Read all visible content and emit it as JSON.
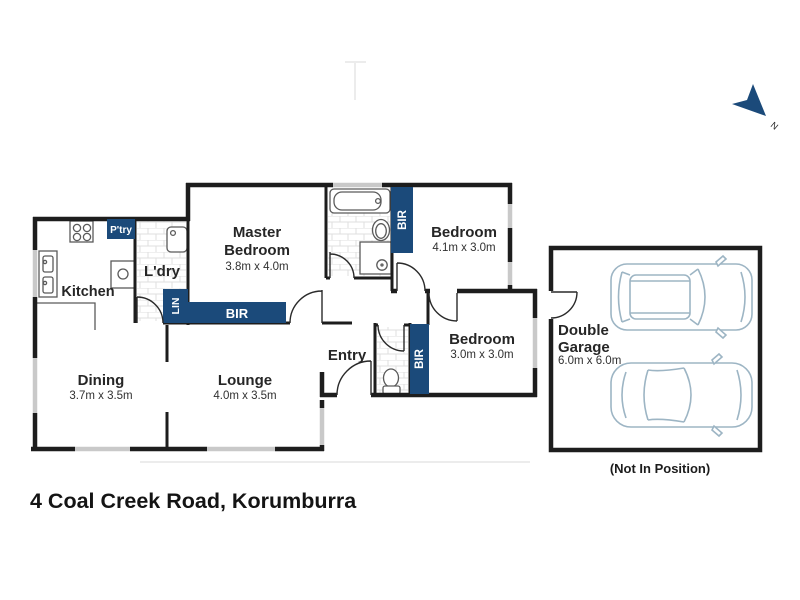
{
  "address_title": "4 Coal Creek Road, Korumburra",
  "compass": {
    "label": "N"
  },
  "wardrobe_label": "BIR",
  "rooms": {
    "kitchen": {
      "label": "Kitchen"
    },
    "pantry": {
      "label": "P'try"
    },
    "laundry": {
      "label": "L'dry"
    },
    "linen": {
      "label": "LIN"
    },
    "master_bedroom": {
      "label_line1": "Master",
      "label_line2": "Bedroom",
      "dimensions": "3.8m x 4.0m"
    },
    "bedroom_top": {
      "label": "Bedroom",
      "dimensions": "4.1m x 3.0m"
    },
    "bedroom_middle": {
      "label": "Bedroom",
      "dimensions": "3.0m x 3.0m"
    },
    "entry": {
      "label": "Entry"
    },
    "dining": {
      "label": "Dining",
      "dimensions": "3.7m x 3.5m"
    },
    "lounge": {
      "label": "Lounge",
      "dimensions": "4.0m x 3.5m"
    },
    "garage": {
      "label_line1": "Double",
      "label_line2": "Garage",
      "dimensions": "6.0m x 6.0m",
      "note": "(Not In Position)"
    }
  },
  "colors": {
    "navy_joinery": "#1b4a7a",
    "wall": "#1d1d1d",
    "window": "#c9c9c9",
    "car_outline": "#9db5c4"
  }
}
